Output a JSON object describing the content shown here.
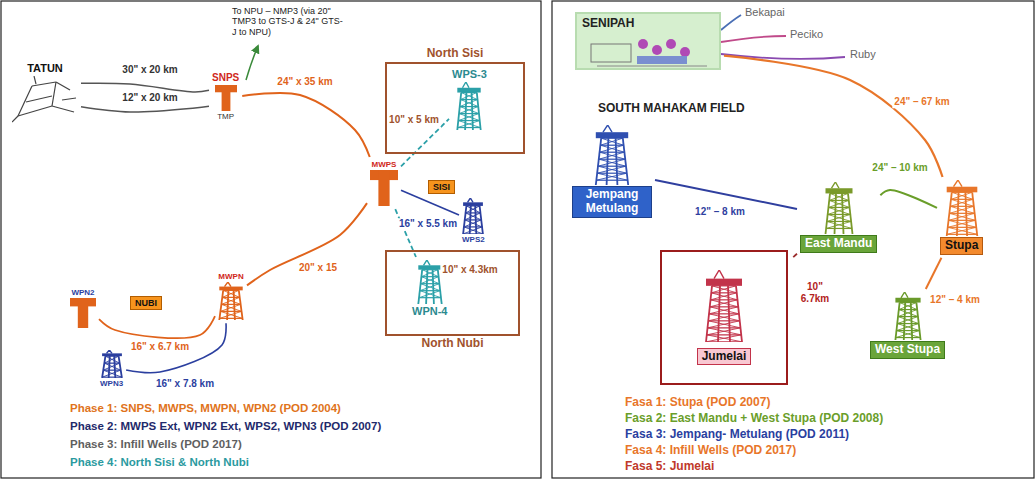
{
  "diagram": {
    "nodes": [
      {
        "text": [
          "TATUN"
        ]
      },
      {
        "text": [
          "SNPS",
          "TMP"
        ]
      },
      {
        "text": [
          "North Sisi"
        ]
      },
      {
        "text": [
          "WPS-3"
        ],
        "in": 2
      },
      {
        "text": [
          "MWPS"
        ]
      },
      {
        "text": [
          "SISI"
        ]
      },
      {
        "text": [
          "WPS2"
        ]
      },
      {
        "text": [
          "North Nubi"
        ]
      },
      {
        "text": [
          "WPN-4"
        ],
        "in": 7
      },
      {
        "text": [
          "MWPN"
        ]
      },
      {
        "text": [
          "NUBI"
        ]
      },
      {
        "text": [
          "WPN2"
        ]
      },
      {
        "text": [
          "WPN3"
        ]
      },
      {
        "text": [
          "SENIPAH"
        ]
      },
      {
        "text": [
          "Jempang Metulang"
        ]
      },
      {
        "text": [
          "East Mandu"
        ]
      },
      {
        "text": [
          "Stupa"
        ]
      },
      {
        "text": [
          "Jumelai"
        ]
      },
      {
        "text": [
          "West Stupa"
        ]
      }
    ],
    "edges": [
      {
        "from": 0,
        "to": 1,
        "arrow": "none",
        "label": "30\" x 20 km"
      },
      {
        "from": 0,
        "to": 1,
        "arrow": "none",
        "label": "12\" x 20 km"
      },
      {
        "from": 1,
        "to": 4,
        "arrow": "none",
        "label": "24\" x 35 km"
      },
      {
        "from": 4,
        "to": 3,
        "arrow": "none",
        "label": "10\" x 5 km"
      },
      {
        "from": 4,
        "to": 6,
        "arrow": "none",
        "label": "16\" x 5.5 km"
      },
      {
        "from": 4,
        "to": 9,
        "arrow": "none",
        "label": "20\" x 15"
      },
      {
        "from": 4,
        "to": 8,
        "arrow": "none",
        "label": "10\" x 4.3km"
      },
      {
        "from": 9,
        "to": 11,
        "arrow": "none",
        "label": "16\" x 6.7 km"
      },
      {
        "from": 9,
        "to": 12,
        "arrow": "none",
        "label": "16\" x 7.8 km"
      },
      {
        "from": 16,
        "to": 13,
        "arrow": "none",
        "label": "24\" – 67 km"
      },
      {
        "from": 14,
        "to": 15,
        "arrow": "none",
        "label": "12\" – 8 km"
      },
      {
        "from": 15,
        "to": 16,
        "arrow": "none",
        "label": "24\" – 10 km"
      },
      {
        "from": 15,
        "to": 17,
        "arrow": "none",
        "label": "10\" 6.7km"
      },
      {
        "from": 18,
        "to": 16,
        "arrow": "none",
        "label": "12\" – 4 km"
      }
    ],
    "labels": [
      "To NPU – NMP3 (via 20\" TMP3 to GTS-J & 24\" GTS-J to NPU)",
      "Bekapai",
      "Peciko",
      "Ruby",
      "SOUTH MAHAKAM FIELD"
    ],
    "legend": [
      {
        "text": "Phase 1: SNPS, MWPS, MWPN, WPN2 (POD 2004)",
        "color": "#e0731b"
      },
      {
        "text": "Phase 2: MWPS Ext, WPN2 Ext, WPS2, WPN3 (POD 2007)",
        "color": "#1f2a6b"
      },
      {
        "text": "Phase 3: Infill Wells (POD 2017)",
        "color": "#5f5f5f"
      },
      {
        "text": "Phase 4: North Sisi & North Nubi",
        "color": "#2b9aa0"
      },
      {
        "text": "Fasa 1: Stupa (POD 2007)",
        "color": "#e8762a"
      },
      {
        "text": "Fasa 2: East Mandu + West Stupa (POD 2008)",
        "color": "#6a9e2a"
      },
      {
        "text": "Fasa 3: Jempang- Metulang (POD 2011)",
        "color": "#2a3f9f"
      },
      {
        "text": "Fasa 4: Infill Wells (POD 2017)",
        "color": "#e8762a"
      },
      {
        "text": "Fasa 5: Jumelai",
        "color": "#c0392b"
      }
    ]
  }
}
